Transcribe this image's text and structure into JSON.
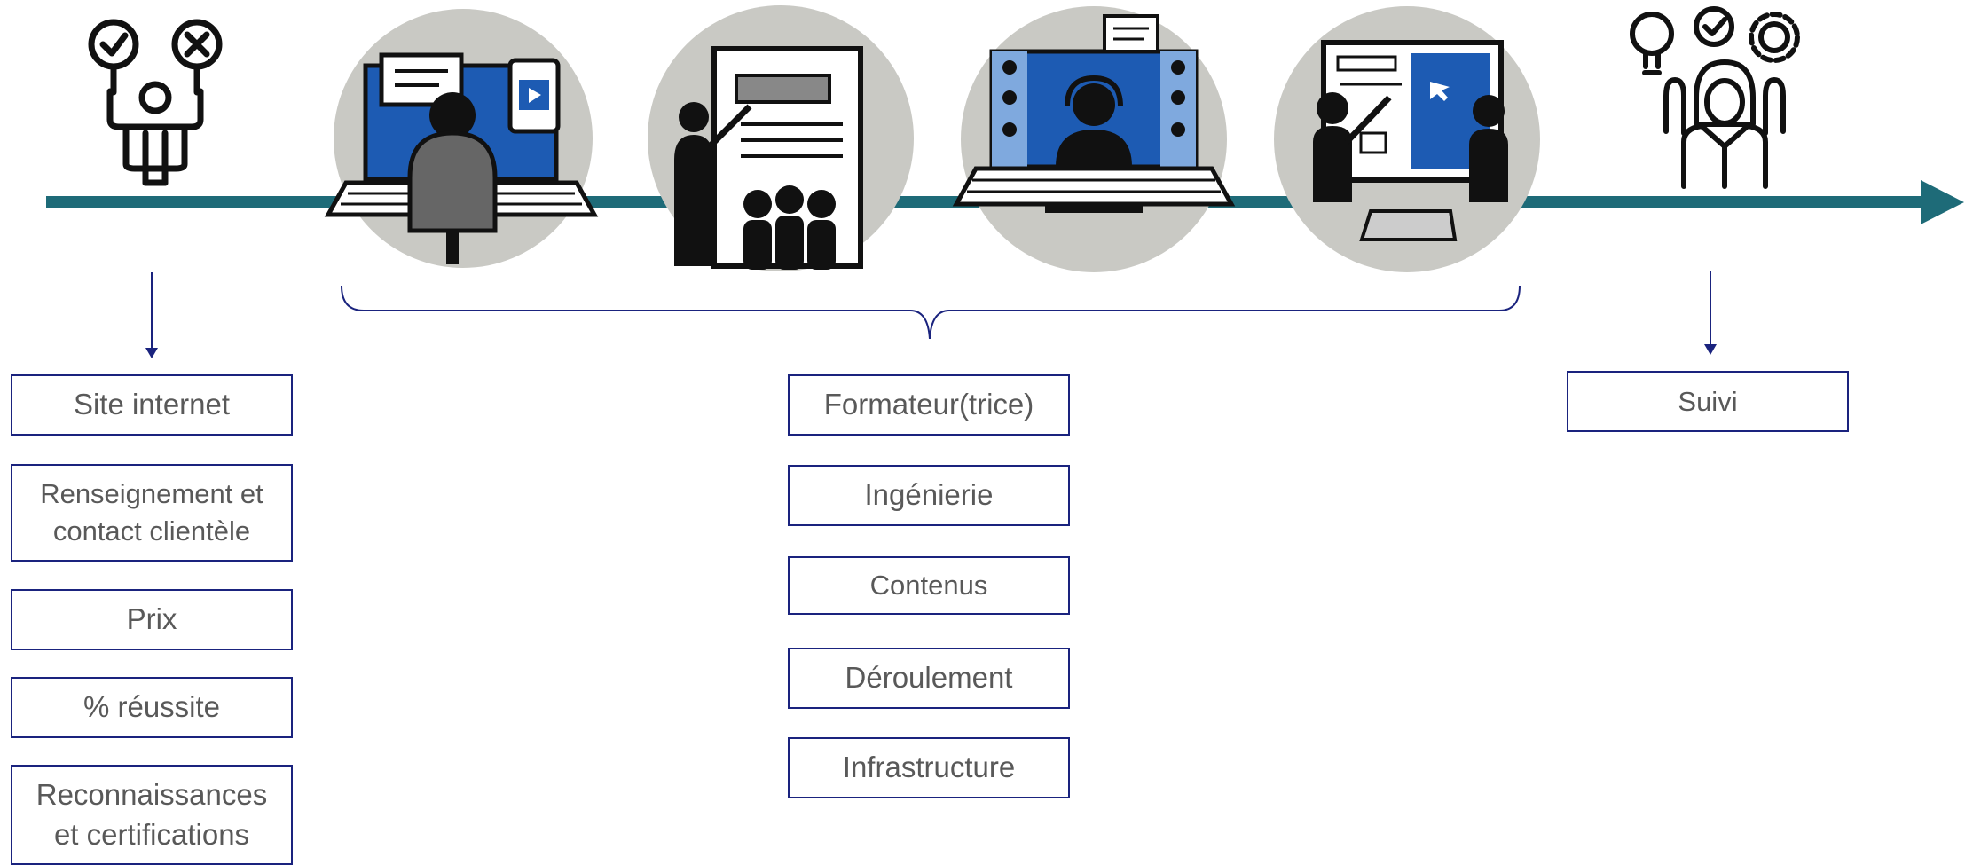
{
  "colors": {
    "timeline": "#1e6b78",
    "box_border": "#1a237e",
    "box_text": "#595959",
    "circle_bg": "#c9c9c4",
    "screen_blue": "#1d5bb3",
    "icon_black": "#111111"
  },
  "icons": {
    "left": "person-holding-check-and-cross-icon",
    "circle_1": "e-learning-laptop-icon",
    "circle_2": "classroom-training-icon",
    "circle_3": "video-conference-laptop-icon",
    "circle_4": "presentation-screen-icon",
    "right": "woman-with-idea-check-gear-icon",
    "arrow": "timeline-arrow-icon",
    "brace": "curly-brace-icon"
  },
  "left_column": {
    "items": [
      {
        "label": "Site internet"
      },
      {
        "label": "Renseignement et\ncontact clientèle"
      },
      {
        "label": "Prix"
      },
      {
        "label": "% réussite"
      },
      {
        "label": "Reconnaissances\net certifications"
      }
    ]
  },
  "middle_column": {
    "items": [
      {
        "label": "Formateur(trice)"
      },
      {
        "label": "Ingénierie"
      },
      {
        "label": "Contenus"
      },
      {
        "label": "Déroulement"
      },
      {
        "label": "Infrastructure"
      }
    ]
  },
  "right_column": {
    "items": [
      {
        "label": "Suivi"
      }
    ]
  }
}
